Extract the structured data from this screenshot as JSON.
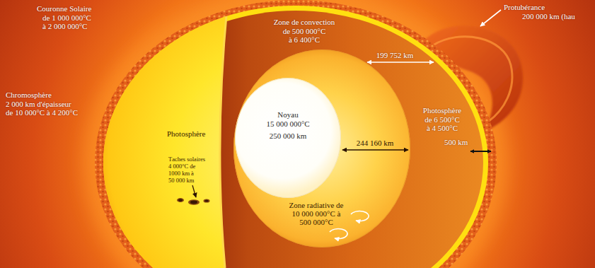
{
  "diagram": {
    "nodes": [
      {
        "text": [
          "Zone radiative de 10 000 000°C à 500 000°C"
        ]
      },
      {
        "text": [
          "Noyau",
          "15 000 000°C",
          "250 000 km"
        ],
        "in": 0
      }
    ],
    "labels": [
      "Couronne Solaire",
      "de 1 000 000°C à 2 000 000°C",
      "Zone de convection",
      "de 500 000°C à 6 400°C",
      "Protubérance",
      "200 000 km (hau",
      "199 752 km",
      "Chromosphère",
      "2 000 km d'épaisseur de 10 000°C à 4 200°C",
      "Photosphère",
      "Photosphère",
      "de 6 500°C à 4 500°C",
      "244 160 km",
      "500 km",
      "Taches solaires",
      "4 000°C de 1000 km à 50 000 km"
    ]
  }
}
